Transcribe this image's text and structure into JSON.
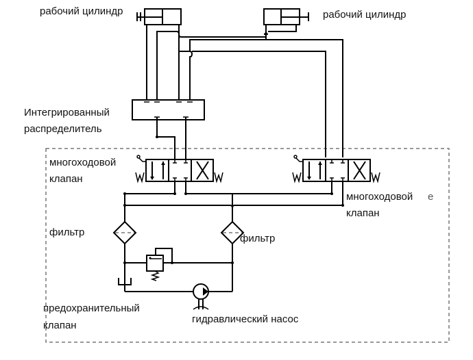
{
  "diagram": {
    "type": "hydraulic-schematic",
    "labels": {
      "cylinder_left": "рабочий цилиндр",
      "cylinder_right": "рабочий цилиндр",
      "distributor_line1": "Интегрированный",
      "distributor_line2": "распределитель",
      "valve_left_line1": "многоходовой",
      "valve_left_line2": "клапан",
      "valve_right_line1": "многоходовой",
      "valve_right_line2": "клапан",
      "filter_left": "фильтр",
      "filter_right": "фильтр",
      "relief_line1": "предохранительный",
      "relief_line2": "клапан",
      "pump": "гидравлический насос",
      "stray_mark": "e"
    },
    "components": [
      {
        "id": "cylinder-left",
        "kind": "double-acting cylinder"
      },
      {
        "id": "cylinder-right",
        "kind": "double-acting cylinder"
      },
      {
        "id": "integrated-distributor",
        "kind": "manifold block"
      },
      {
        "id": "directional-valve-left",
        "kind": "3-position directional valve, lever + spring"
      },
      {
        "id": "directional-valve-right",
        "kind": "3-position directional valve, lever + spring"
      },
      {
        "id": "filter-left",
        "kind": "filter"
      },
      {
        "id": "filter-right",
        "kind": "filter"
      },
      {
        "id": "relief-valve",
        "kind": "pressure relief valve"
      },
      {
        "id": "tank",
        "kind": "reservoir"
      },
      {
        "id": "pump",
        "kind": "hydraulic pump"
      }
    ],
    "colors": {
      "line": "#000000",
      "text": "#111111",
      "background": "#ffffff",
      "boundary": "#333333"
    }
  }
}
